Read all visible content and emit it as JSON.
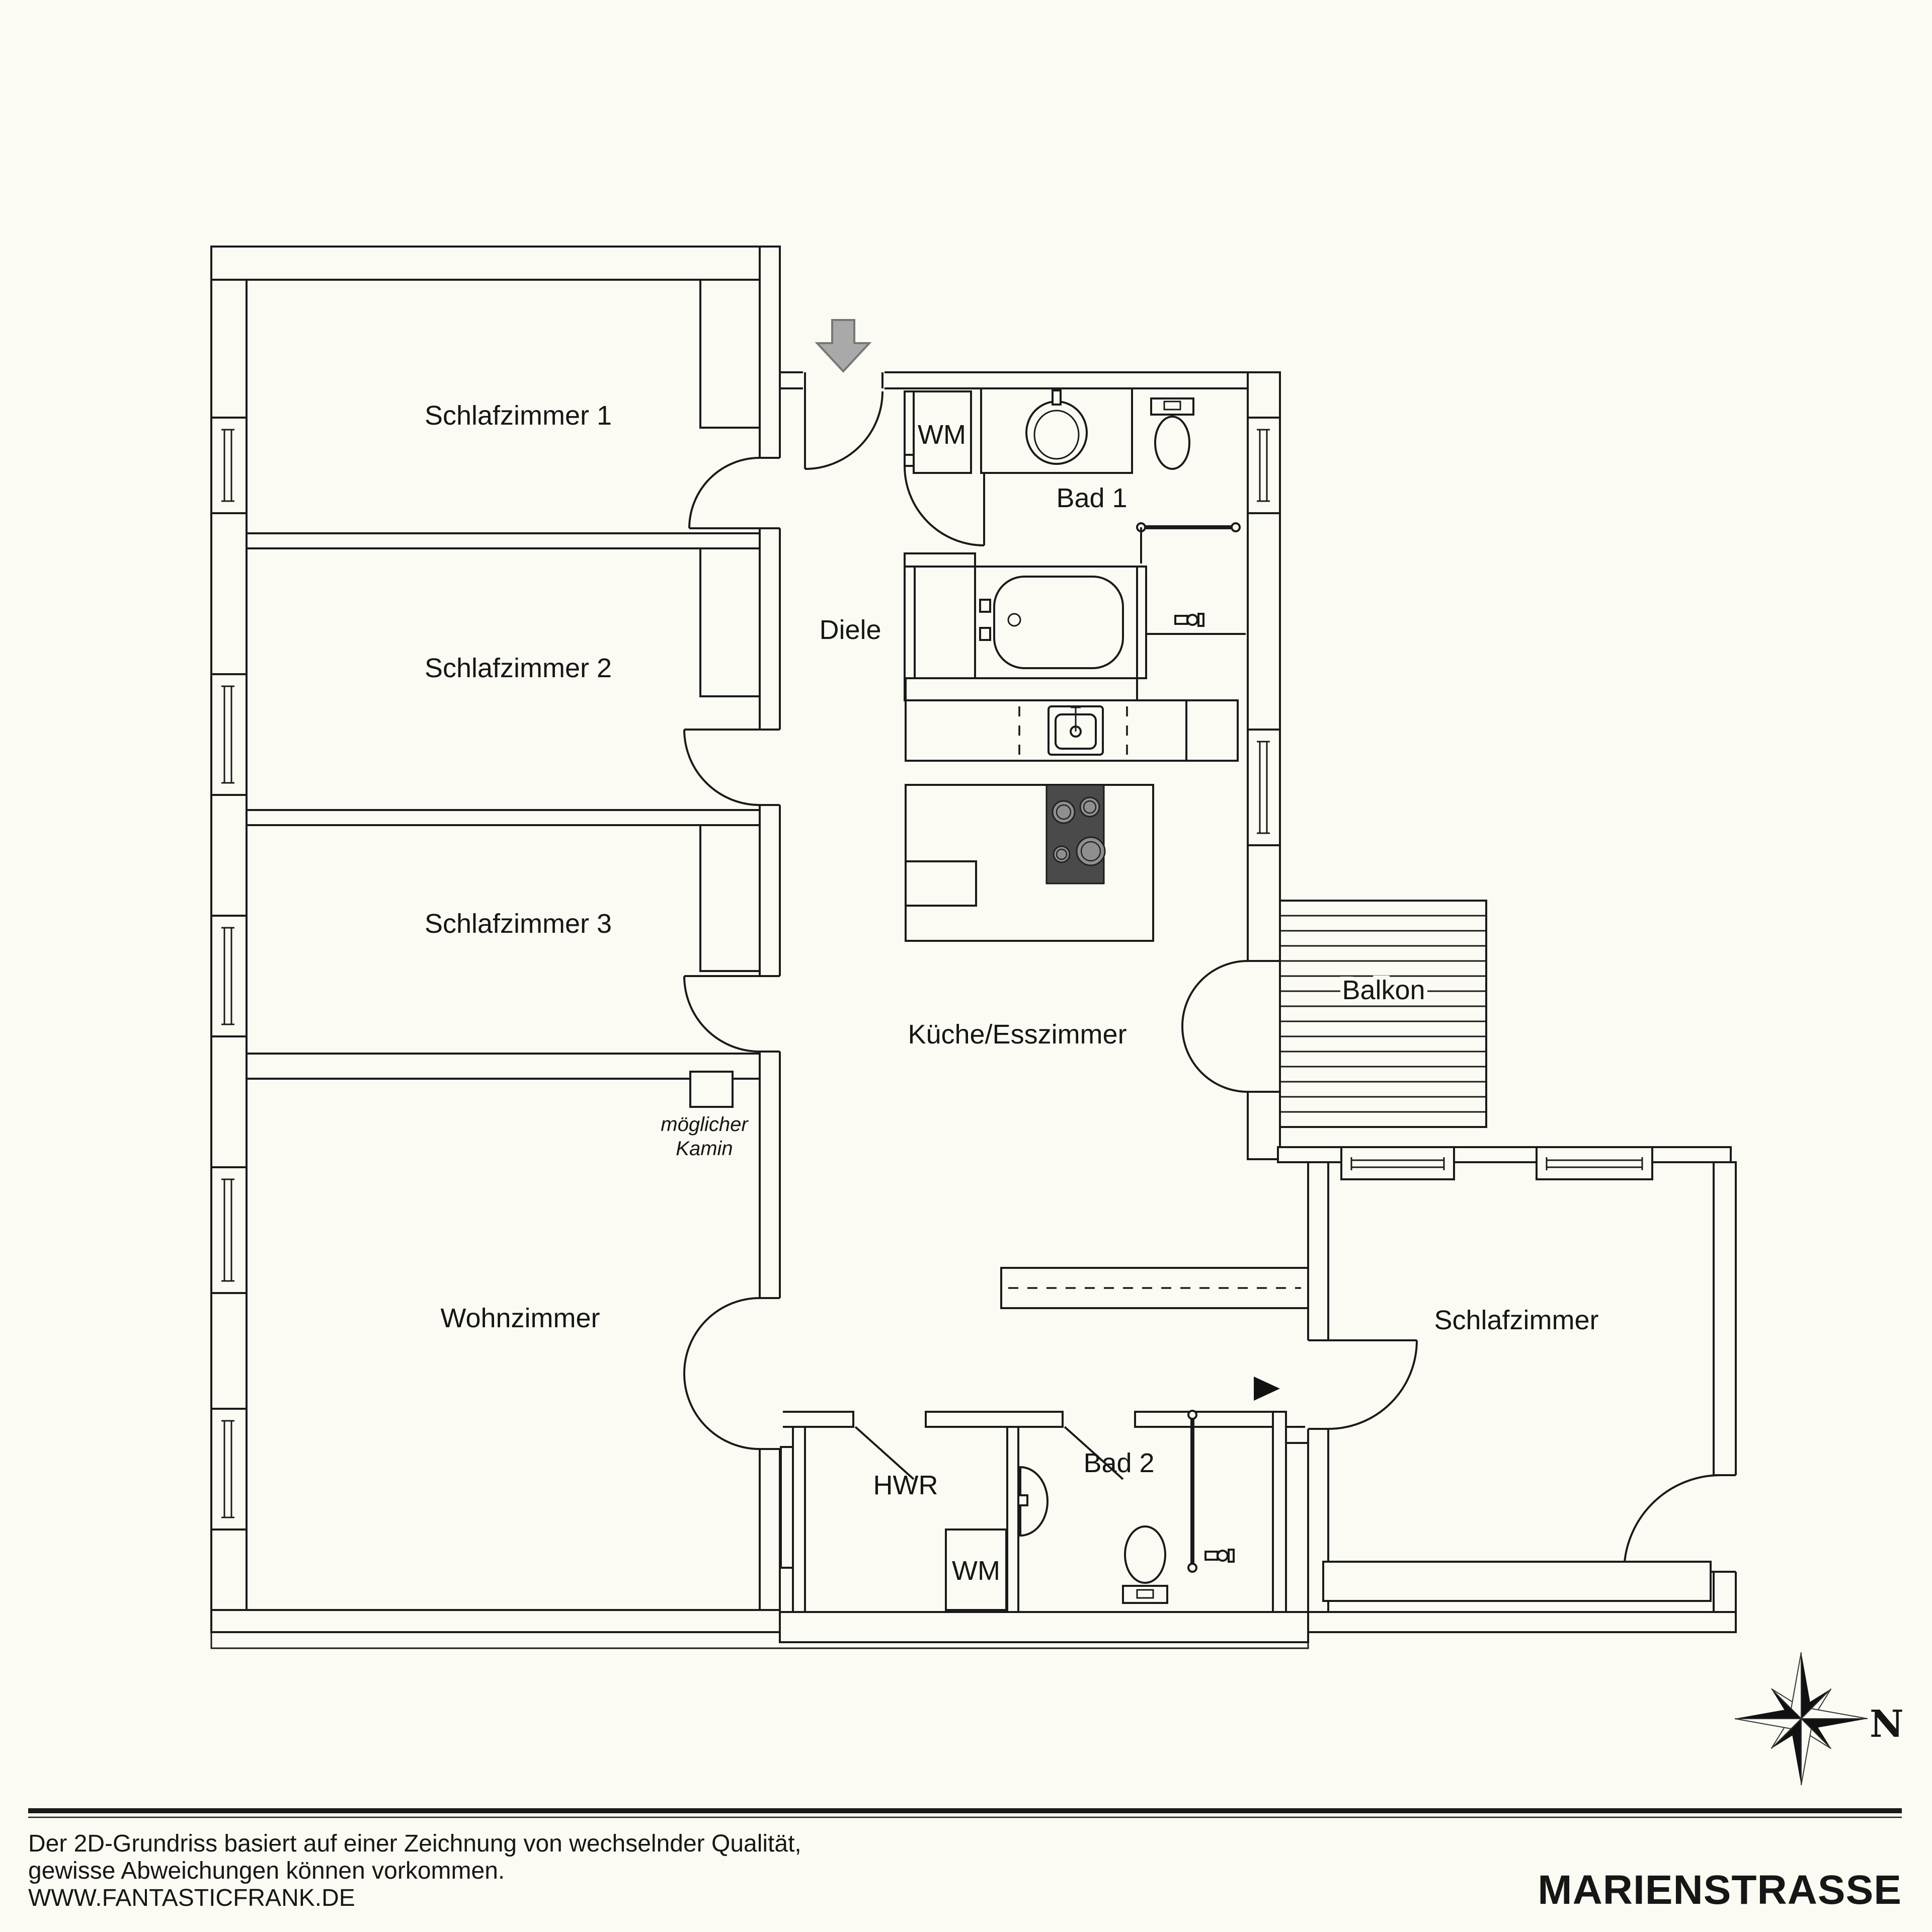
{
  "floorplan": {
    "rooms": {
      "bedroom1": "Schlafzimmer 1",
      "bedroom2": "Schlafzimmer 2",
      "bedroom3": "Schlafzimmer 3",
      "living": "Wohnzimmer",
      "hall": "Diele",
      "bath1": "Bad 1",
      "bath2": "Bad 2",
      "kitchen_dining": "Küche/Esszimmer",
      "balcony": "Balkon",
      "bedroom_right": "Schlafzimmer",
      "utility": "HWR"
    },
    "labels": {
      "washing_machine": "WM",
      "possible_fireplace_line1": "möglicher",
      "possible_fireplace_line2": "Kamin"
    },
    "compass": {
      "north": "N"
    },
    "footer": {
      "line1": "Der 2D-Grundriss basiert auf einer Zeichnung von wechselnder Qualität,",
      "line2": "gewisse Abweichungen können vorkommen.",
      "website": "WWW.FANTASTICFRANK.DE"
    },
    "brand": {
      "title": "MARIENSTRASSE"
    },
    "colors": {
      "background": "#fbfaf3",
      "line": "#1a1a1a",
      "entrance_arrow": "#a9a9a9",
      "stove": "#4a4a4a"
    }
  }
}
